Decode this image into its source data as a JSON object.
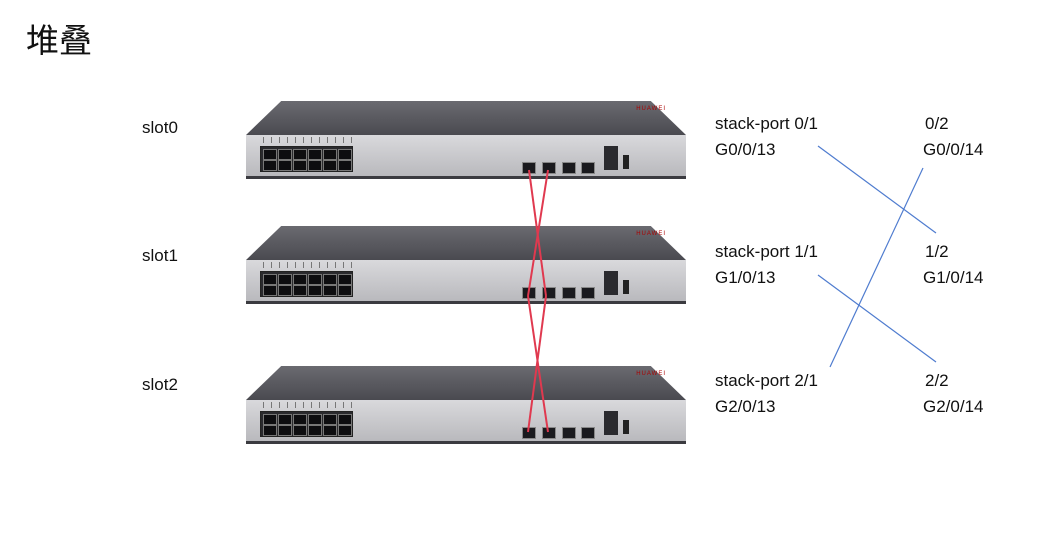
{
  "title": "堆叠",
  "slots": [
    {
      "label": "slot0",
      "port1_name": "stack-port 0/1",
      "port1_if": "G0/0/13",
      "port2_name": "0/2",
      "port2_if": "G0/0/14"
    },
    {
      "label": "slot1",
      "port1_name": "stack-port 1/1",
      "port1_if": "G1/0/13",
      "port2_name": "1/2",
      "port2_if": "G1/0/14"
    },
    {
      "label": "slot2",
      "port1_name": "stack-port 2/1",
      "port1_if": "G2/0/13",
      "port2_name": "2/2",
      "port2_if": "G2/0/14"
    }
  ],
  "device_brand": "HUAWEI",
  "colors": {
    "stack_cable": "#e0394f",
    "connection_line": "#4f7ccf"
  },
  "connections": [
    {
      "from": "G0/0/13",
      "to": "G1/0/14"
    },
    {
      "from": "G1/0/13",
      "to": "G2/0/14"
    },
    {
      "from": "G2/0/13",
      "to": "G0/0/14"
    }
  ]
}
